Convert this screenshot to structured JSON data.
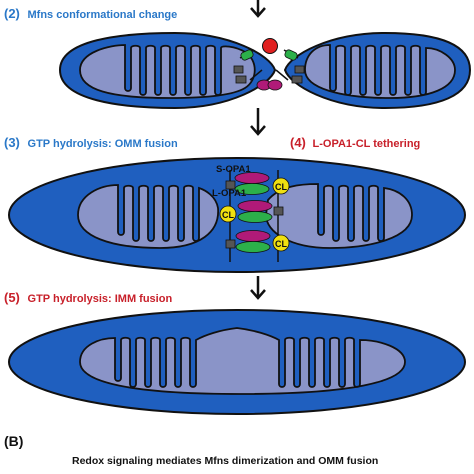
{
  "steps": {
    "step2": {
      "num": "(2)",
      "text": "Mfns conformational change",
      "color": "#2a78c8"
    },
    "step3": {
      "num": "(3)",
      "text": "GTP hydrolysis: OMM fusion",
      "color": "#2a78c8"
    },
    "step4": {
      "num": "(4)",
      "text": "L-OPA1-CL tethering",
      "color": "#c8202a"
    },
    "step5": {
      "num": "(5)",
      "text": "GTP hydrolysis: IMM fusion",
      "color": "#c8202a"
    }
  },
  "labels": {
    "s_opa1": "S-OPA1",
    "l_opa1": "L-OPA1",
    "cl": "CL"
  },
  "panel_b": {
    "letter": "(B)",
    "caption": "Redox signaling mediates Mfns dimerization and OMM fusion"
  },
  "colors": {
    "outer_membrane": "#1f5fbf",
    "matrix": "#8a94c8",
    "outline": "#111111",
    "mfn_green": "#2cb04a",
    "mfn_gray": "#555555",
    "redox_red": "#e02020",
    "opa1_magenta": "#b01a78",
    "cl_yellow": "#f0e010"
  }
}
